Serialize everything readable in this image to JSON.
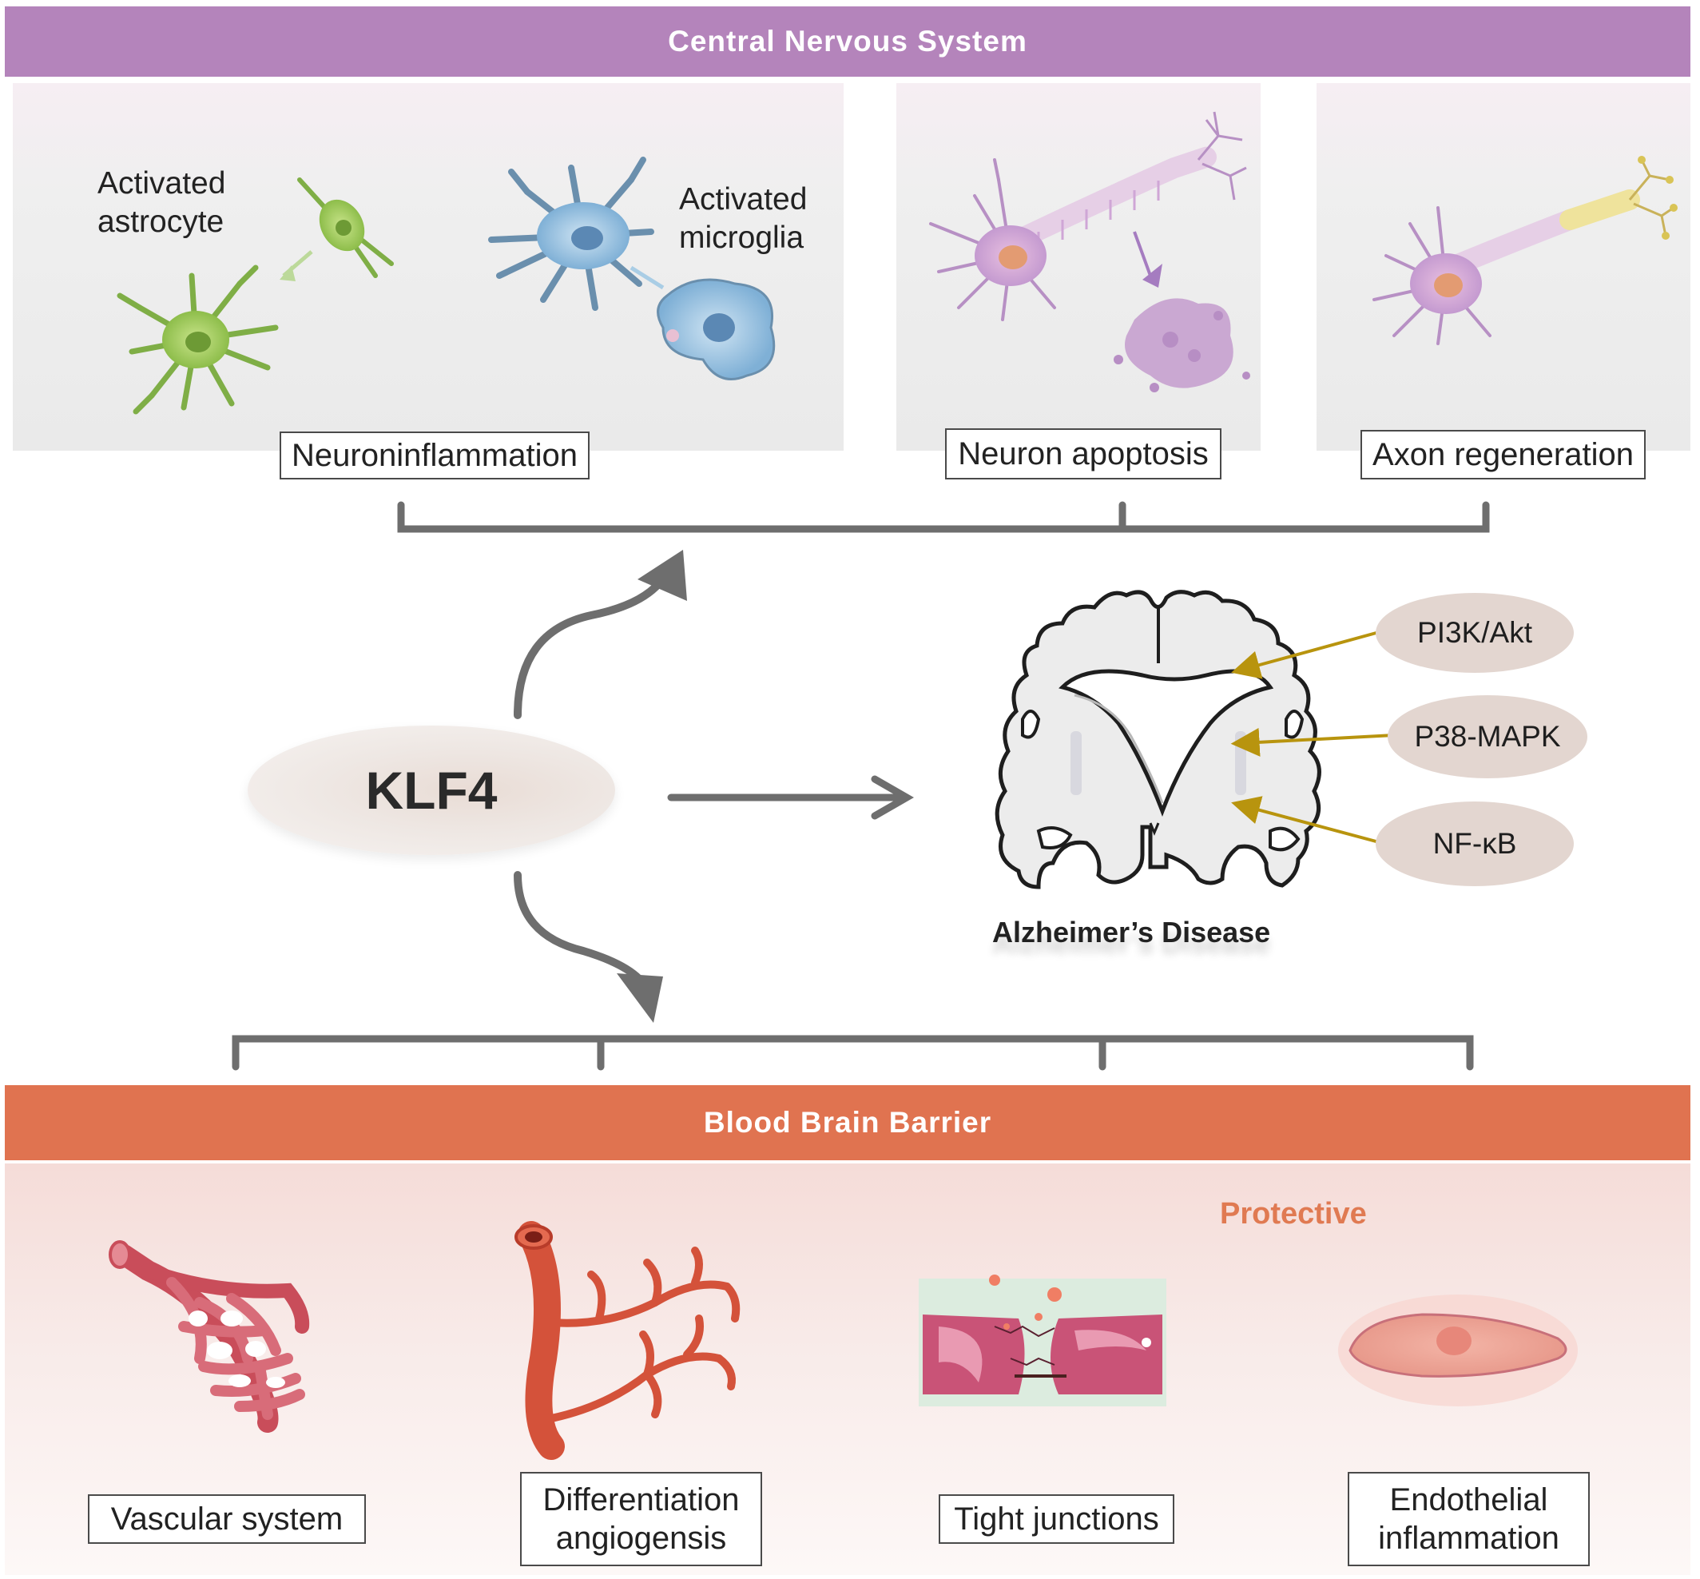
{
  "cns": {
    "title": "Central Nervous System",
    "astrocyte_label": "Activated\nastrocyte",
    "microglia_label": "Activated\nmicroglia",
    "neuroinflammation": "Neuroninflammation",
    "apoptosis": "Neuron apoptosis",
    "axon": "Axon regeneration"
  },
  "center": {
    "klf4": "KLF4",
    "disease": "Alzheimer’s Disease",
    "pathways": [
      "PI3K/Akt",
      "P38-MAPK",
      "NF-κB"
    ]
  },
  "bbb": {
    "title": "Blood Brain Barrier",
    "protective": "Protective",
    "vascular": "Vascular system",
    "angio": "Differentiation\nangiogensis",
    "tight": "Tight junctions",
    "endo": "Endothelial\ninflammation"
  },
  "colors": {
    "cns_banner": "#b484bb",
    "bbb_banner": "#e07350",
    "pathway_arrow": "#b8940e",
    "connector": "#6e6e6e"
  }
}
